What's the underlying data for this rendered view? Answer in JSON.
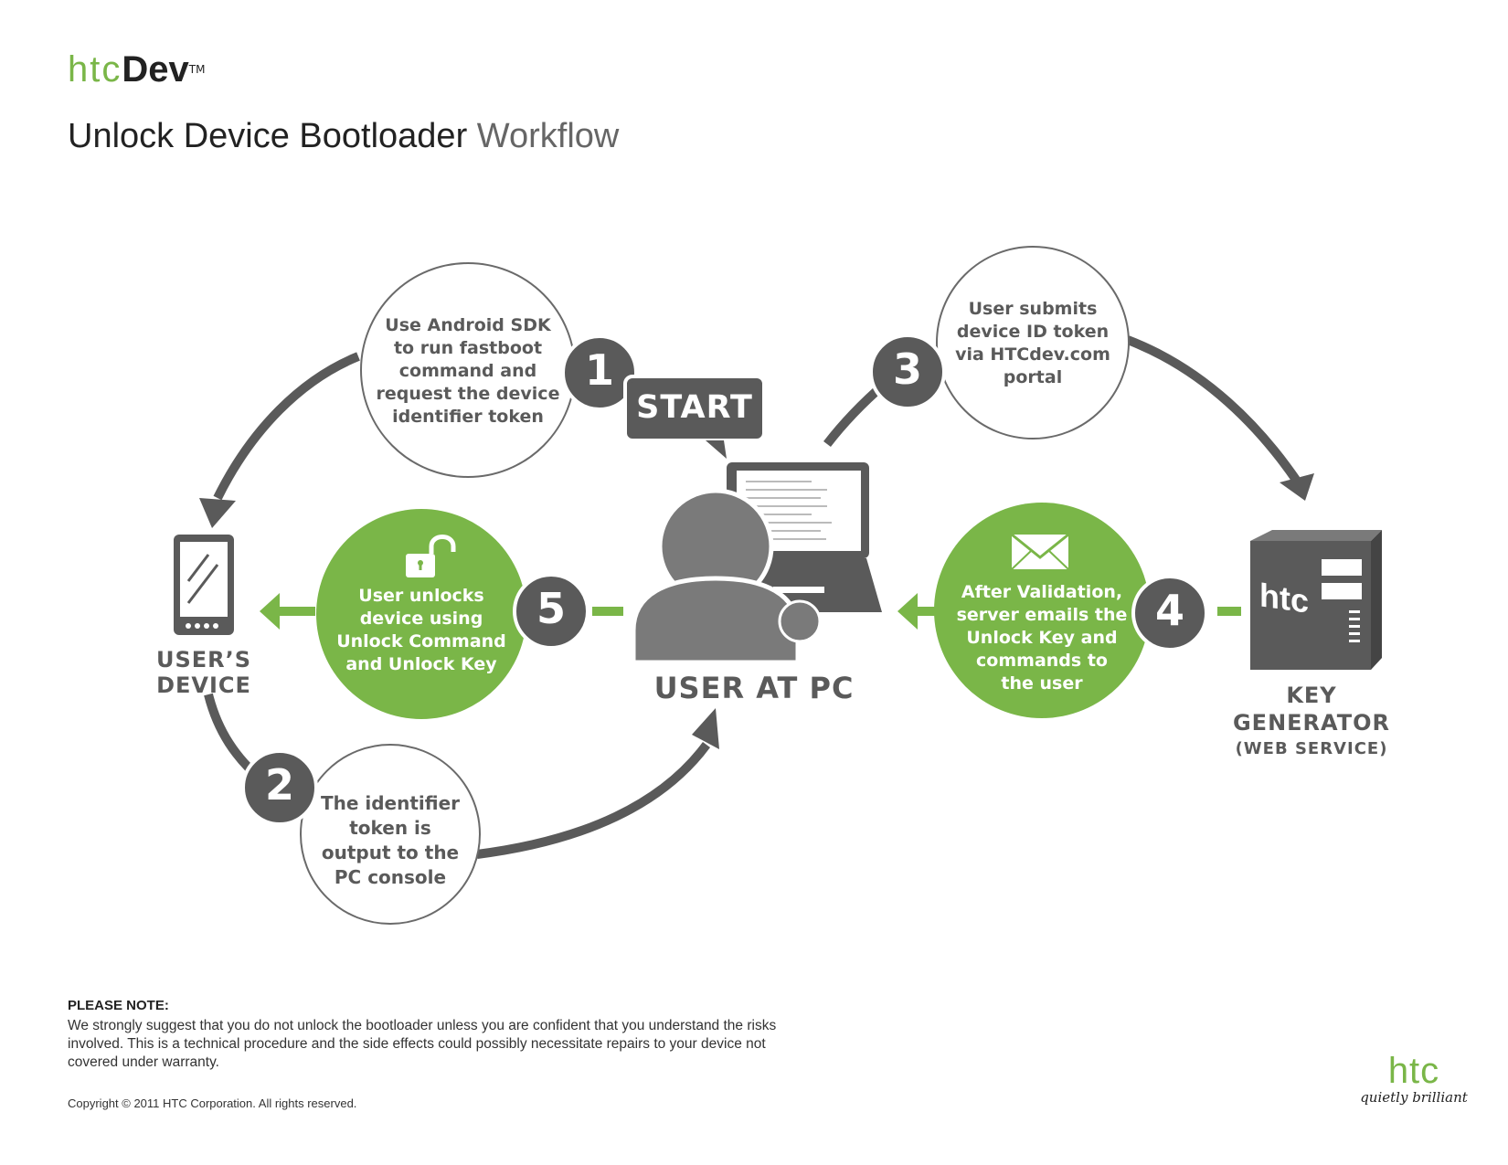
{
  "header": {
    "logo_primary": "htc",
    "logo_secondary": "Dev",
    "logo_tm": "TM",
    "title_main": "Unlock Device Bootloader",
    "title_light": "Workflow"
  },
  "nodes": {
    "device_label": "USER’S DEVICE",
    "pc_label": "USER AT PC",
    "keygen_label_1": "KEY",
    "keygen_label_2": "GENERATOR",
    "keygen_label_3": "(WEB SERVICE)",
    "start_label": "START",
    "server_brand": "htc"
  },
  "steps": {
    "s1": {
      "num": "1",
      "lines": [
        "Use Android SDK",
        "to run fastboot",
        "command and",
        "request the device",
        "identifier token"
      ]
    },
    "s2": {
      "num": "2",
      "lines": [
        "The identifier",
        "token is",
        "output to the",
        "PC console"
      ]
    },
    "s3": {
      "num": "3",
      "lines": [
        "User submits",
        "device ID token",
        "via HTCdev.com",
        "portal"
      ]
    },
    "s4": {
      "num": "4",
      "lines": [
        "After Validation,",
        "server emails the",
        "Unlock Key and",
        "commands to",
        "the user"
      ]
    },
    "s5": {
      "num": "5",
      "lines": [
        "User unlocks",
        "device using",
        "Unlock Command",
        "and Unlock Key"
      ]
    }
  },
  "colors": {
    "green": "#7ab648",
    "dark_gray": "#5a5a5a",
    "mid_gray": "#7a7a7a",
    "circle_stroke": "#6a6a6a"
  },
  "footer": {
    "note_heading": "PLEASE NOTE:",
    "note_body": "We strongly suggest that you do not unlock the bootloader unless you are confident that you understand the risks involved. This is a technical procedure and the side effects could possibly necessitate repairs to your device not covered under warranty.",
    "copyright": "Copyright © 2011 HTC Corporation. All rights reserved.",
    "brand_word": "htc",
    "brand_tagline": "quietly brilliant"
  }
}
